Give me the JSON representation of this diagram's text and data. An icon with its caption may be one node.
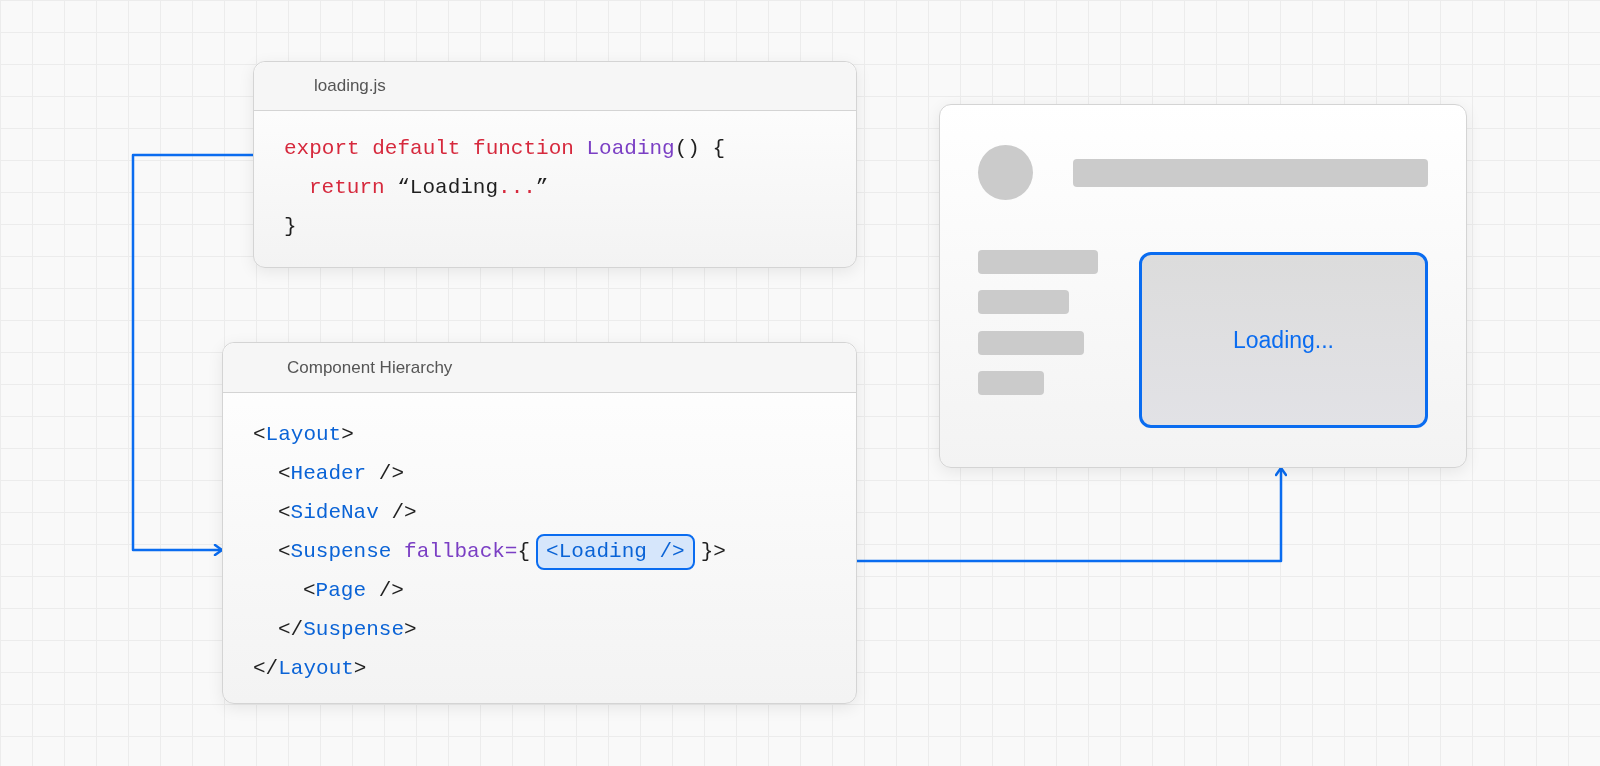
{
  "diagram": {
    "nodes": [
      {
        "text": [
          "loading.js",
          "export default function Loading() {",
          "return “Loading...”",
          "}"
        ]
      },
      {
        "text": [
          "Component Hierarchy",
          "<Layout>",
          "<Header />",
          "<SideNav />",
          "<Suspense fallback={",
          "}>",
          "<Page />",
          "</Suspense>",
          "</Layout>"
        ]
      },
      {
        "text": [
          "<Loading />"
        ],
        "in": 1
      },
      {
        "text": [],
        "shape": "box"
      },
      {
        "text": [],
        "shape": "circle",
        "in": 3
      },
      {
        "text": [],
        "shape": "bar",
        "in": 3
      },
      {
        "text": [],
        "shape": "bar",
        "in": 3
      },
      {
        "text": [],
        "shape": "bar",
        "in": 3
      },
      {
        "text": [],
        "shape": "bar",
        "in": 3
      },
      {
        "text": [],
        "shape": "bar",
        "in": 3
      },
      {
        "text": [
          "Loading..."
        ],
        "in": 3
      }
    ],
    "edges": [
      {
        "from": 0,
        "to": 1,
        "arrow": "to"
      },
      {
        "from": 1,
        "to": 3,
        "arrow": "to"
      }
    ]
  }
}
